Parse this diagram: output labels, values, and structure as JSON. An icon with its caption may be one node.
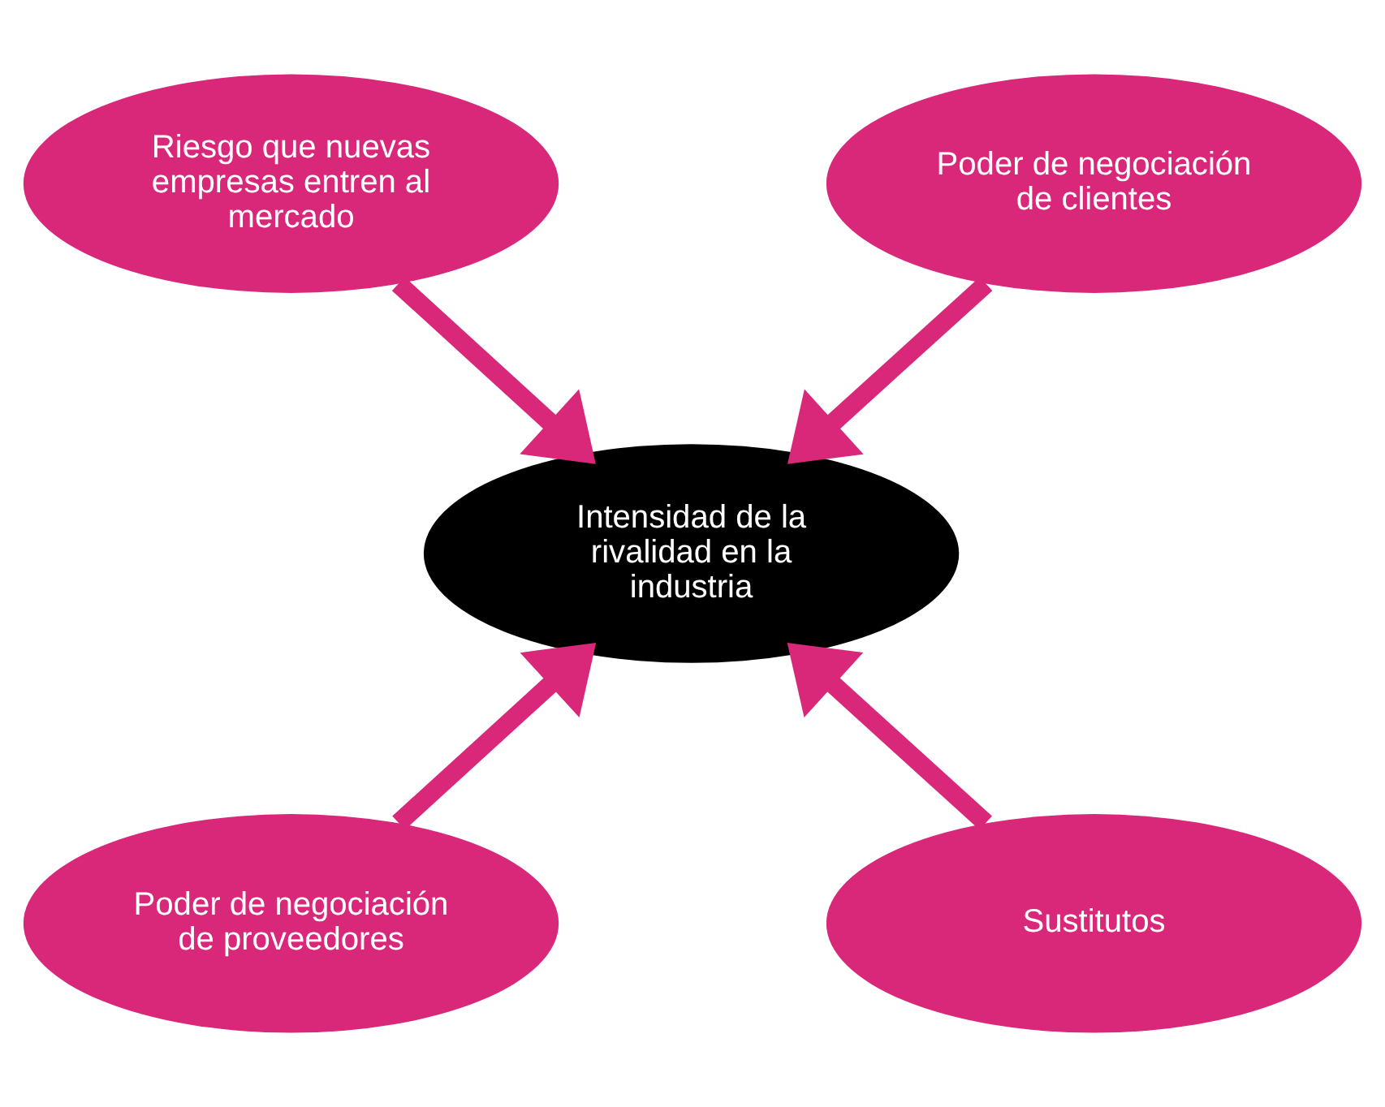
{
  "diagram": {
    "nodes": [
      {
        "text": [
          "Riesgo que nuevas empresas entren al mercado"
        ]
      },
      {
        "text": [
          "Poder de negociación de clientes"
        ]
      },
      {
        "text": [
          "Intensidad de la rivalidad en la industria"
        ]
      },
      {
        "text": [
          "Poder de negociación de proveedores"
        ]
      },
      {
        "text": [
          "Sustitutos"
        ]
      }
    ],
    "edges": [
      {
        "from": 0,
        "to": 2,
        "arrow": "to"
      },
      {
        "from": 1,
        "to": 2,
        "arrow": "to"
      },
      {
        "from": 3,
        "to": 2,
        "arrow": "to"
      },
      {
        "from": 4,
        "to": 2,
        "arrow": "to"
      }
    ]
  }
}
